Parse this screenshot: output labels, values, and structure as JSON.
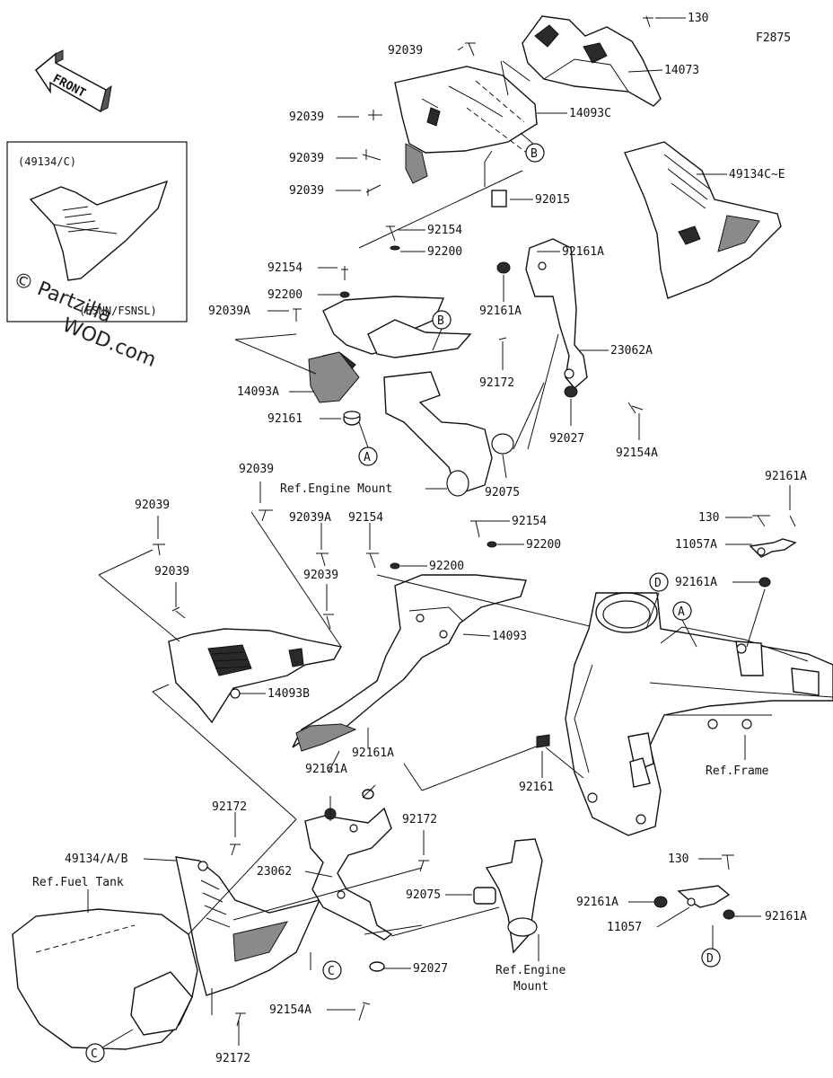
{
  "figure_code": "F2875",
  "front_arrow": "FRONT",
  "inset": {
    "title": "(49134/C)",
    "note": "(ESNN/FSNSL)"
  },
  "watermark": {
    "line1": "© Partzilla",
    "line2": "WOD.com"
  },
  "callouts": {
    "A": "A",
    "B": "B",
    "C": "C",
    "D": "D"
  },
  "labels": {
    "l130_top": "130",
    "l14073": "14073",
    "l92039_a": "92039",
    "l14093C": "14093C",
    "l92039_b": "92039",
    "l92039_c": "92039",
    "l92039_d": "92039",
    "l92015": "92015",
    "l49134CE": "49134C~E",
    "l92154_a": "92154",
    "l92200_a": "92200",
    "l92154_b": "92154",
    "l92200_b": "92200",
    "l92039A_a": "92039A",
    "l92161A_a": "92161A",
    "l92161A_b": "92161A",
    "l92172_a": "92172",
    "l23062A": "23062A",
    "l14093A": "14093A",
    "l92161_a": "92161",
    "l92027_a": "92027",
    "l92154A_a": "92154A",
    "l92075_a": "92075",
    "ref_engine_mount_top": "Ref.Engine Mount",
    "l92039_e": "92039",
    "l92039_f": "92039",
    "l92039A_b": "92039A",
    "l92154_c": "92154",
    "l92154_d": "92154",
    "l92200_c": "92200",
    "l92200_d": "92200",
    "l92039_g": "92039",
    "l92039_h": "92039",
    "l14093": "14093",
    "l14093B": "14093B",
    "l92161A_c": "92161A",
    "l92161A_d": "92161A",
    "l92161A_e": "92161A",
    "l130_mid": "130",
    "l11057A": "11057A",
    "l92161A_f": "92161A",
    "ref_frame": "Ref.Frame",
    "l92161_b": "92161",
    "l92172_b": "92172",
    "l92172_c": "92172",
    "l49134AB": "49134/A/B",
    "ref_fuel_tank": "Ref.Fuel Tank",
    "l23062": "23062",
    "l92075_b": "92075",
    "l92027_b": "92027",
    "ref_engine_mount_bot_1": "Ref.Engine",
    "ref_engine_mount_bot_2": "Mount",
    "l92154A_b": "92154A",
    "l92172_d": "92172",
    "l130_bot": "130",
    "l92161A_g": "92161A",
    "l11057": "11057",
    "l92161A_h": "92161A"
  }
}
